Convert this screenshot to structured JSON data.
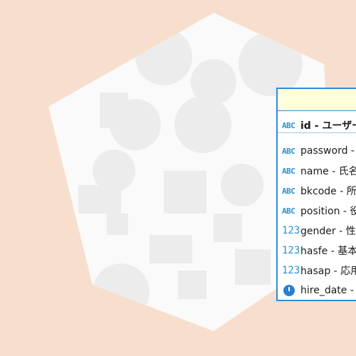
{
  "icons": {
    "pk": "ABC",
    "text": "ABC",
    "number": "123",
    "date": "clock-icon"
  },
  "colors": {
    "background": "#f8dfcd",
    "accent": "#2a8fd6",
    "header": "#fffedb"
  },
  "columns": [
    {
      "label": "id - ユーザー"
    },
    {
      "label": "password -"
    },
    {
      "label": "name - 氏名"
    },
    {
      "label": "bkcode - 所"
    },
    {
      "label": "position - 役"
    },
    {
      "label": "gender - 性"
    },
    {
      "label": "hasfe - 基本"
    },
    {
      "label": "hasap - 応用"
    },
    {
      "label": "hire_date -"
    }
  ]
}
